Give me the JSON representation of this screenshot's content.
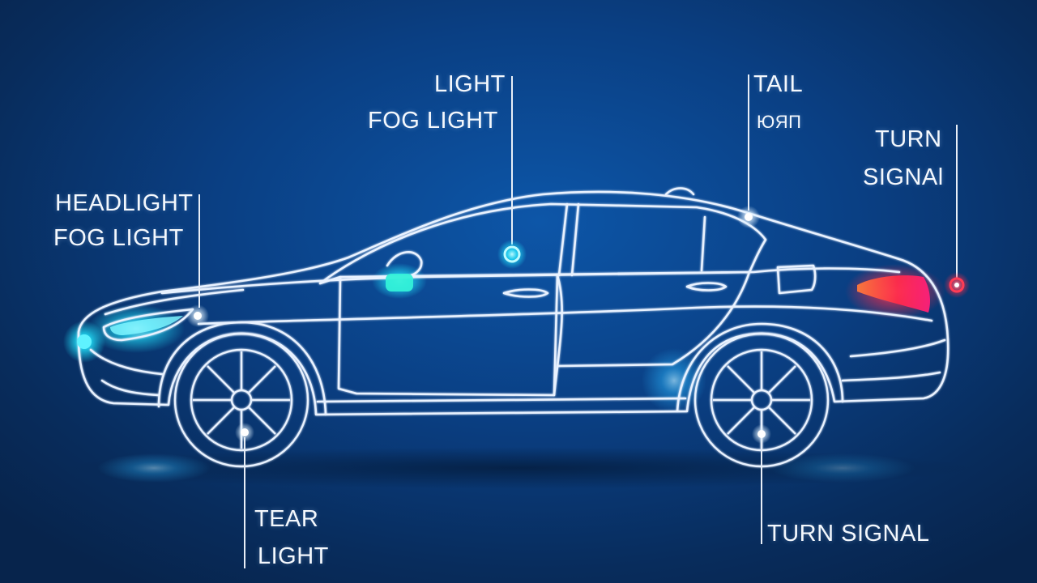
{
  "labels": {
    "headlight_line1": "HEADLIGHT",
    "headlight_line2": "FOG LIGHT",
    "light_line1": "LIGHT",
    "light_line2": "FOG LIGHT",
    "tail_line1": "TAIL",
    "tail_line2": "ЮЯП",
    "turn_signal_upper_line1": "TURN",
    "turn_signal_upper_line2": "SIGNAl",
    "tear_line1": "TEAR",
    "tear_line2": "LIGHT",
    "turn_signal_lower": "TURN SIGNAL"
  },
  "colors": {
    "background": "#0a3f83",
    "outline": "#e9f2ff",
    "glow_cyan": "#22e6ff",
    "glow_blue": "#2bb8ff",
    "taillight_red": "#ff2b4a",
    "leader_line": "#e8eef7"
  }
}
